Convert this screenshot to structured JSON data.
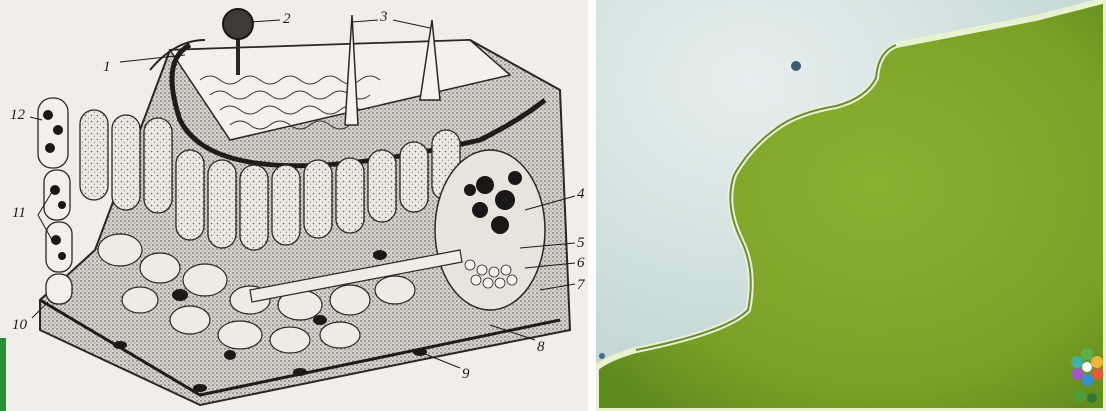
{
  "figure": {
    "left_panel": {
      "type": "botanical-illustration",
      "labels": [
        {
          "id": "label-1",
          "text": "1"
        },
        {
          "id": "label-2",
          "text": "2"
        },
        {
          "id": "label-3",
          "text": "3"
        },
        {
          "id": "label-4",
          "text": "4"
        },
        {
          "id": "label-5",
          "text": "5"
        },
        {
          "id": "label-6",
          "text": "6"
        },
        {
          "id": "label-7",
          "text": "7"
        },
        {
          "id": "label-8",
          "text": "8"
        },
        {
          "id": "label-9",
          "text": "9"
        },
        {
          "id": "label-10",
          "text": "10"
        },
        {
          "id": "label-11",
          "text": "11"
        },
        {
          "id": "label-12",
          "text": "12"
        }
      ]
    },
    "right_panel": {
      "type": "micrograph",
      "colors": {
        "tissue": "#7fa52a",
        "tissue_dark": "#5f8a1e",
        "background": "#d2e3e2",
        "edge": "#e8f0c8"
      }
    },
    "watermark": {
      "type": "flower-logo"
    }
  }
}
